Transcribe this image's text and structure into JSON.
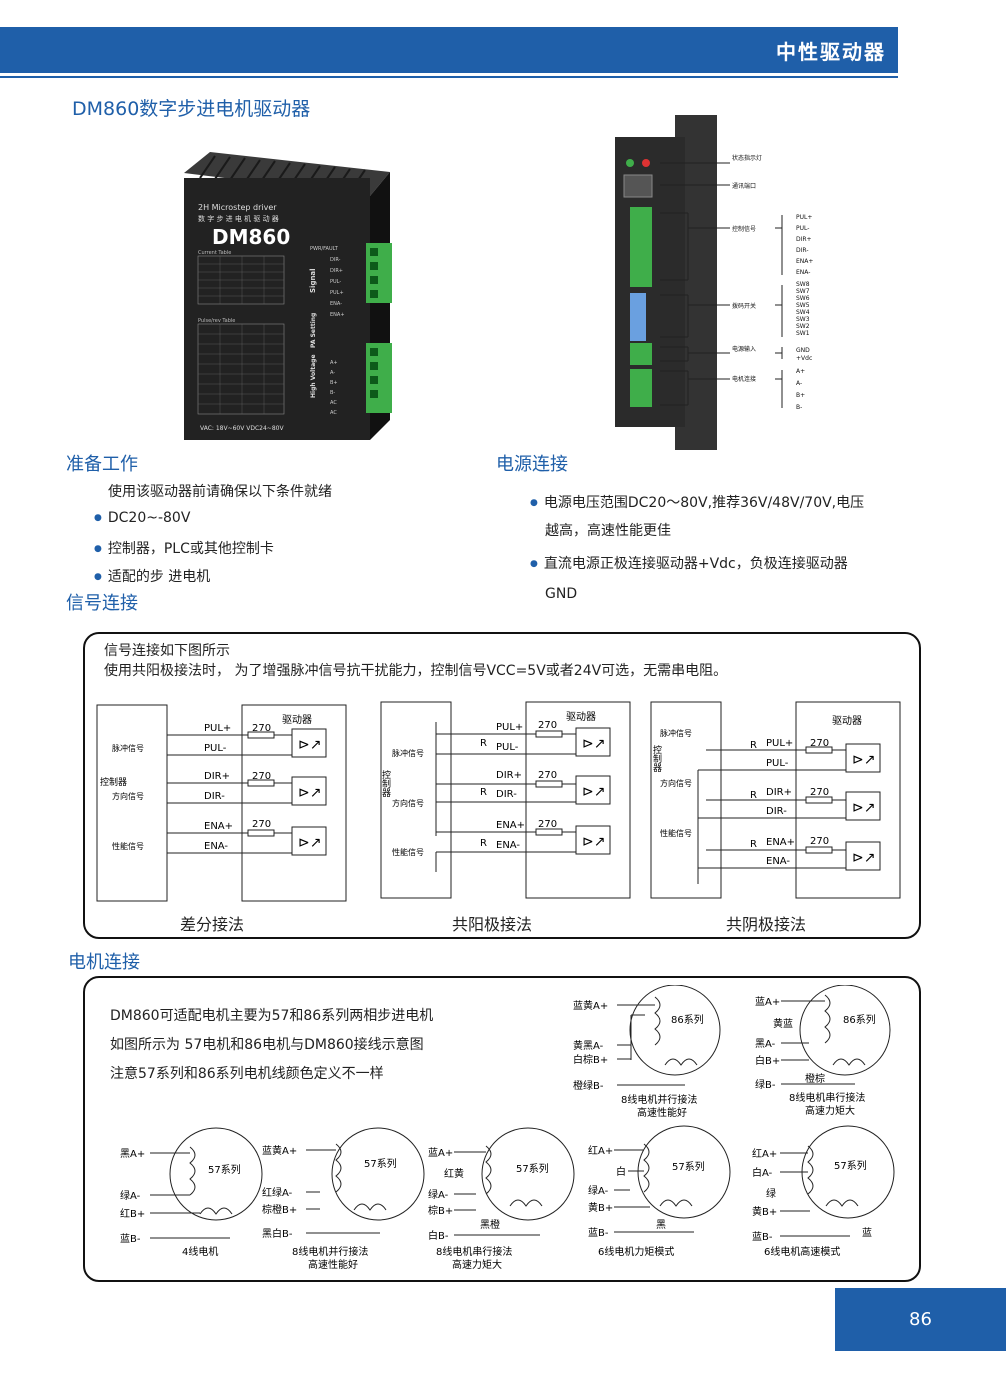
{
  "header": {
    "title": "中性驱动器"
  },
  "product": {
    "title": "DM860数字步进电机驱动器",
    "front": {
      "line1": "2H Microstep driver",
      "line2": "数 字 步 进 电 机 驱 动 器",
      "model": "DM860",
      "current_table": "Current Table",
      "pulse_table": "Pulse/rev Table",
      "footer": "VAC: 18V~60V   VDC24~80V",
      "pwr": "PWR/FAULT",
      "signal": "Signal",
      "pa_setting": "PA Setting",
      "high_voltage": "High Voltage",
      "pins_signal": [
        "DIR-",
        "DIR+",
        "PUL-",
        "PUL+",
        "ENA-",
        "ENA+"
      ],
      "pins_power": [
        "A+",
        "A-",
        "B+",
        "B-",
        "AC",
        "AC"
      ]
    },
    "side": {
      "labels": [
        "状态指示灯",
        "通讯端口",
        "控制信号",
        "拨码开关",
        "电源输入",
        "电机连接"
      ],
      "control_pins": [
        "PUL+",
        "PUL-",
        "DIR+",
        "DIR-",
        "ENA+",
        "ENA-"
      ],
      "switch_pins": [
        "SW8",
        "SW7",
        "SW6",
        "SW5",
        "SW4",
        "SW3",
        "SW2",
        "SW1"
      ],
      "power_pins": [
        "GND",
        "+Vdc"
      ],
      "motor_pins": [
        "A+",
        "A-",
        "B+",
        "B-"
      ]
    }
  },
  "prep": {
    "title": "准备工作",
    "intro": "使用该驱动器前请确保以下条件就绪",
    "items": [
      "DC20~-80V",
      "控制器，PLC或其他控制卡",
      "适配的步 进电机"
    ]
  },
  "power": {
    "title": "电源连接",
    "item1_a": "电源电压范围DC20～80V,推荐36V/48V/70V,电压",
    "item1_b": "越高，高速性能更佳",
    "item2_a": "直流电源正极连接驱动器+Vdc，负极连接驱动器",
    "item2_b": "GND"
  },
  "signal": {
    "title": "信号连接",
    "line1": "信号连接如下图所示",
    "line2": "使用共阳极接法时， 为了增强脉冲信号抗干扰能力，控制信号VCC=5V或者24V可选，无需串电阻。",
    "diagrams": [
      {
        "caption": "差分接法",
        "driver": "驱动器",
        "controller": "控制器",
        "signals": [
          "脉冲信号",
          "方向信号",
          "性能信号"
        ],
        "pins": [
          "PUL+",
          "PUL-",
          "DIR+",
          "DIR-",
          "ENA+",
          "ENA-"
        ],
        "resistor": "270"
      },
      {
        "caption": "共阳极接法",
        "driver": "驱动器",
        "controller": "控制器",
        "signals": [
          "脉冲信号",
          "方向信号",
          "性能信号"
        ],
        "pins": [
          "PUL+",
          "PUL-",
          "DIR+",
          "DIR-",
          "ENA+",
          "ENA-"
        ],
        "resistor": "270",
        "r": "R"
      },
      {
        "caption": "共阴极接法",
        "driver": "驱动器",
        "controller": "控制器",
        "signals": [
          "脉冲信号",
          "方向信号",
          "性能信号"
        ],
        "pins": [
          "PUL+",
          "PUL-",
          "DIR+",
          "DIR-",
          "ENA+",
          "ENA-"
        ],
        "resistor": "270",
        "r": "R"
      }
    ]
  },
  "motor": {
    "title": "电机连接",
    "lines": [
      "DM860可适配电机主要为57和86系列两相步进电机",
      "如图所示为 57电机和86电机与DM860接线示意图",
      "注意57系列和86系列电机线颜色定义不一样"
    ],
    "top_diagrams": [
      {
        "series": "86系列",
        "labels": [
          "蓝黄A+",
          "黄黑A-",
          "白棕B+",
          "橙绿B-"
        ],
        "caption1": "8线电机并行接法",
        "caption2": "高速性能好"
      },
      {
        "series": "86系列",
        "labels": [
          "蓝A+",
          "黄蓝",
          "黑A-",
          "白B+",
          "橙棕",
          "绿B-"
        ],
        "caption1": "8线电机串行接法",
        "caption2": "高速力矩大"
      }
    ],
    "bottom_diagrams": [
      {
        "series": "57系列",
        "labels": [
          "黑A+",
          "绿A-",
          "红B+",
          "蓝B-"
        ],
        "caption1": "4线电机",
        "caption2": ""
      },
      {
        "series": "57系列",
        "labels": [
          "蓝黄A+",
          "红绿A-",
          "棕橙B+",
          "黑白B-"
        ],
        "caption1": "8线电机并行接法",
        "caption2": "高速性能好"
      },
      {
        "series": "57系列",
        "labels": [
          "蓝A+",
          "红黄",
          "绿A-",
          "棕B+",
          "黑橙",
          "白B-"
        ],
        "caption1": "8线电机串行接法",
        "caption2": "高速力矩大"
      },
      {
        "series": "57系列",
        "labels": [
          "红A+",
          "白",
          "绿A-",
          "黄B+",
          "黑",
          "蓝B-"
        ],
        "caption1": "6线电机力矩模式",
        "caption2": ""
      },
      {
        "series": "57系列",
        "labels": [
          "红A+",
          "白A-",
          "绿",
          "黄B+",
          "蓝",
          "蓝B-"
        ],
        "caption1": "6线电机高速模式",
        "caption2": ""
      }
    ]
  },
  "page_number": "86",
  "colors": {
    "brand": "#1f5fa9"
  }
}
